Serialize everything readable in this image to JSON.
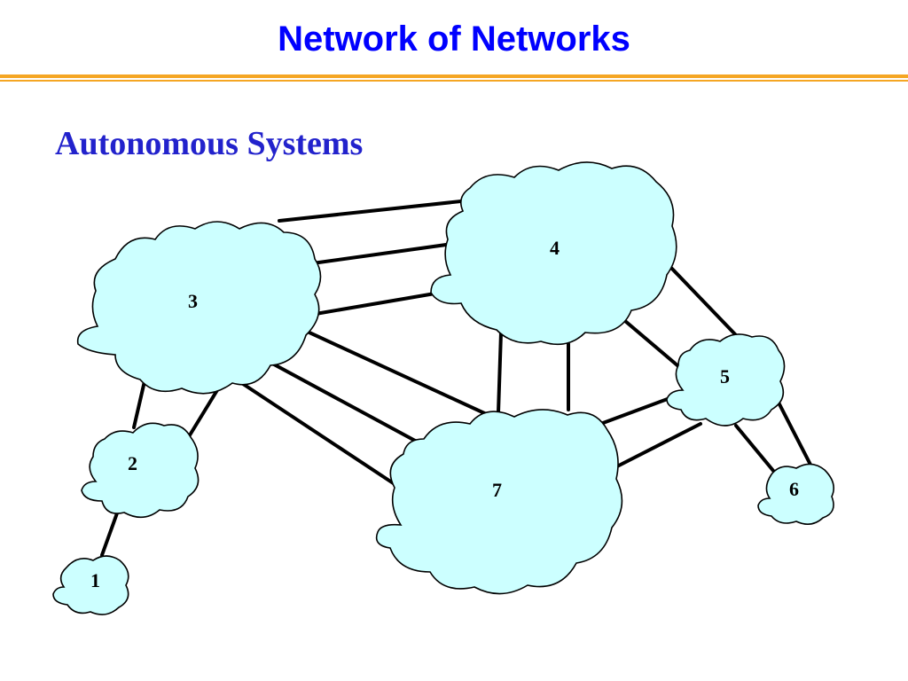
{
  "title": "Network of Networks",
  "subtitle": "Autonomous Systems",
  "colors": {
    "title": "#0000ff",
    "subtitle": "#2222cc",
    "rule": "#f5a623",
    "cloud_fill": "#ccffff"
  },
  "nodes": [
    {
      "id": "3",
      "label": "3"
    },
    {
      "id": "4",
      "label": "4"
    },
    {
      "id": "7",
      "label": "7"
    },
    {
      "id": "5",
      "label": "5"
    },
    {
      "id": "2",
      "label": "2"
    },
    {
      "id": "6",
      "label": "6"
    },
    {
      "id": "1",
      "label": "1"
    }
  ],
  "links": [
    {
      "from": "3",
      "to": "4",
      "count": 3
    },
    {
      "from": "3",
      "to": "7",
      "count": 3
    },
    {
      "from": "3",
      "to": "2",
      "count": 2
    },
    {
      "from": "4",
      "to": "7",
      "count": 2
    },
    {
      "from": "4",
      "to": "5",
      "count": 2
    },
    {
      "from": "7",
      "to": "5",
      "count": 2
    },
    {
      "from": "5",
      "to": "6",
      "count": 2
    },
    {
      "from": "2",
      "to": "1",
      "count": 1
    }
  ]
}
